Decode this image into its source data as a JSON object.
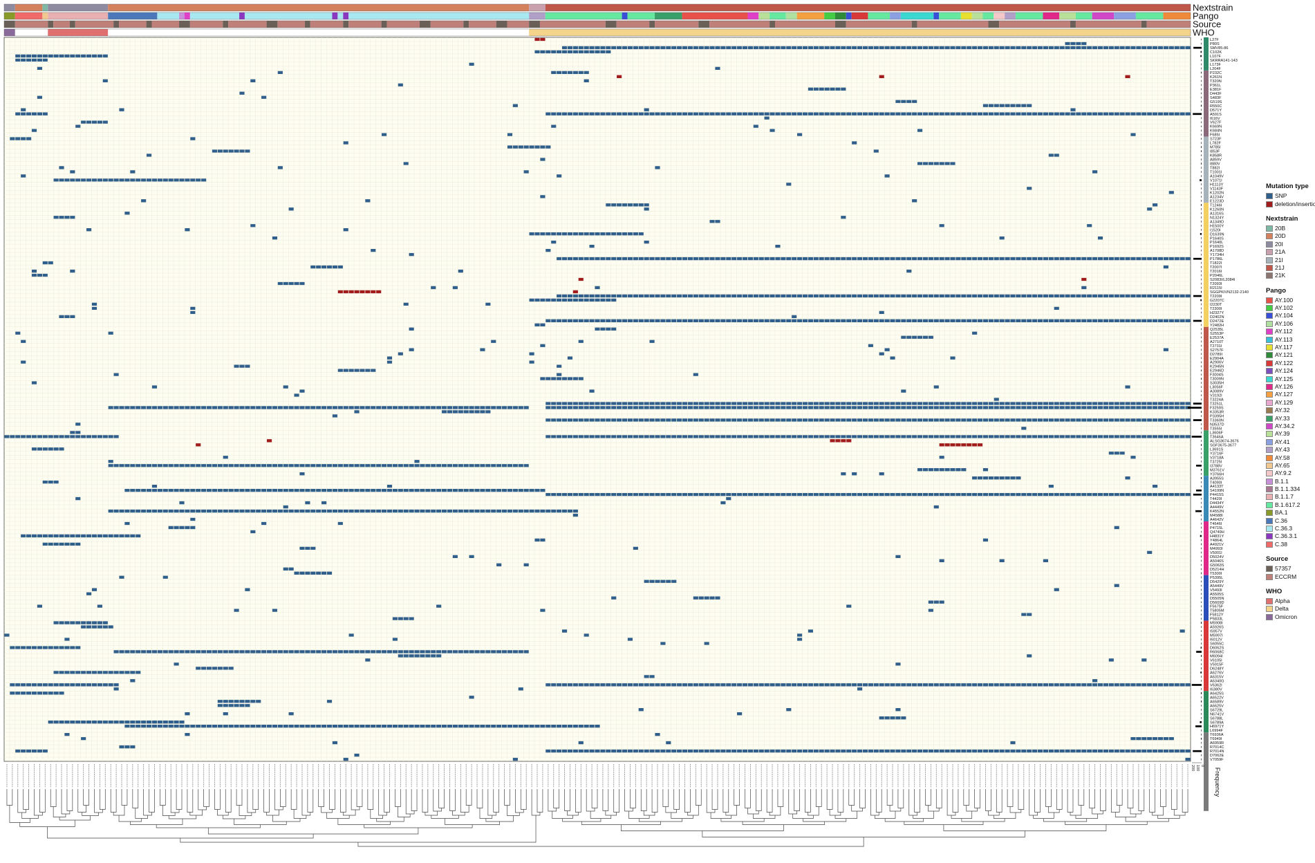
{
  "chart_data": {
    "type": "heatmap",
    "title": "",
    "xlabel": "",
    "ylabel": "",
    "frequency_label": "Frequency",
    "frequency_ticks": [
      "200",
      "100",
      "0"
    ],
    "annotation_tracks": [
      {
        "label": "Nextstrain",
        "key": "nextstrain"
      },
      {
        "label": "Pango",
        "key": "pango"
      },
      {
        "label": "Source",
        "key": "source"
      },
      {
        "label": "WHO",
        "key": "who"
      }
    ],
    "legends": [
      {
        "title": "Mutation type",
        "entries": [
          {
            "label": "SNP",
            "color": "#2f5f8a"
          },
          {
            "label": "deletion/insertion",
            "color": "#a11d1d"
          }
        ]
      },
      {
        "title": "Nextstrain",
        "entries": [
          {
            "label": "20B",
            "color": "#7fb8a4"
          },
          {
            "label": "20D",
            "color": "#d4825e"
          },
          {
            "label": "20I",
            "color": "#8e8aa0"
          },
          {
            "label": "21A",
            "color": "#c9a0ad"
          },
          {
            "label": "21I",
            "color": "#a7b3bb"
          },
          {
            "label": "21J",
            "color": "#c0574b"
          },
          {
            "label": "21K",
            "color": "#8a7570"
          }
        ]
      },
      {
        "title": "Pango",
        "entries": [
          {
            "label": "AY.100",
            "color": "#e8504a"
          },
          {
            "label": "AY.102",
            "color": "#44cc44"
          },
          {
            "label": "AY.104",
            "color": "#3a4fd8"
          },
          {
            "label": "AY.106",
            "color": "#b0e0a0"
          },
          {
            "label": "AY.112",
            "color": "#e040c8"
          },
          {
            "label": "AY.113",
            "color": "#38c0d8"
          },
          {
            "label": "AY.117",
            "color": "#e8e030"
          },
          {
            "label": "AY.121",
            "color": "#2f8a3a"
          },
          {
            "label": "AY.122",
            "color": "#d83838"
          },
          {
            "label": "AY.124",
            "color": "#7b4fbf"
          },
          {
            "label": "AY.125",
            "color": "#3ad8d0"
          },
          {
            "label": "AY.126",
            "color": "#e02888"
          },
          {
            "label": "AY.127",
            "color": "#f4a040"
          },
          {
            "label": "AY.129",
            "color": "#e8a8d0"
          },
          {
            "label": "AY.32",
            "color": "#9a7a50"
          },
          {
            "label": "AY.33",
            "color": "#3aa06a"
          },
          {
            "label": "AY.34.2",
            "color": "#d048c8"
          },
          {
            "label": "AY.39",
            "color": "#b8e098"
          },
          {
            "label": "AY.41",
            "color": "#8aa0e0"
          },
          {
            "label": "AY.43",
            "color": "#b0a0c8"
          },
          {
            "label": "AY.58",
            "color": "#ef8a3a"
          },
          {
            "label": "AY.65",
            "color": "#f0c890"
          },
          {
            "label": "AY.9.2",
            "color": "#f4c8c8"
          },
          {
            "label": "B.1.1",
            "color": "#c890d8"
          },
          {
            "label": "B.1.1.334",
            "color": "#a87890"
          },
          {
            "label": "B.1.1.7",
            "color": "#e8b0b0"
          },
          {
            "label": "B.1.617.2",
            "color": "#66e8a0"
          },
          {
            "label": "BA.1",
            "color": "#8a9a28"
          },
          {
            "label": "C.36",
            "color": "#4a78b8"
          },
          {
            "label": "C.36.3",
            "color": "#a8e8f0"
          },
          {
            "label": "C.36.3.1",
            "color": "#8a38c0"
          },
          {
            "label": "C.38",
            "color": "#f06a6a"
          }
        ]
      },
      {
        "title": "Source",
        "entries": [
          {
            "label": "57357",
            "color": "#6a6058"
          },
          {
            "label": "ECCRM",
            "color": "#c0807a"
          }
        ]
      },
      {
        "title": "WHO",
        "entries": [
          {
            "label": "Alpha",
            "color": "#e07070"
          },
          {
            "label": "Delta",
            "color": "#f4d48a"
          },
          {
            "label": "Omicron",
            "color": "#8a6a9a"
          }
        ]
      }
    ],
    "samples_count": 217,
    "sample_segments": {
      "nextstrain": [
        [
          0,
          2,
          "20I"
        ],
        [
          2,
          7,
          "20D"
        ],
        [
          7,
          8,
          "20B"
        ],
        [
          8,
          19,
          "20I"
        ],
        [
          19,
          96,
          "20D"
        ],
        [
          96,
          99,
          "21A"
        ],
        [
          99,
          217,
          "21J"
        ]
      ],
      "pango": [
        [
          0,
          2,
          "BA.1"
        ],
        [
          2,
          7,
          "C.38"
        ],
        [
          7,
          8,
          "AY.65"
        ],
        [
          8,
          19,
          "B.1.1.7"
        ],
        [
          19,
          28,
          "C.36"
        ],
        [
          28,
          32,
          "C.36.3"
        ],
        [
          32,
          33,
          "B.1.1"
        ],
        [
          33,
          34,
          "AY.112"
        ],
        [
          34,
          43,
          "C.36.3"
        ],
        [
          43,
          44,
          "C.36.3.1"
        ],
        [
          44,
          60,
          "C.36.3"
        ],
        [
          60,
          61,
          "C.36.3.1"
        ],
        [
          61,
          62,
          "C.36.3"
        ],
        [
          62,
          63,
          "C.36.3.1"
        ],
        [
          63,
          96,
          "C.36.3"
        ],
        [
          96,
          99,
          "AY.43"
        ],
        [
          99,
          113,
          "B.1.617.2"
        ],
        [
          113,
          114,
          "AY.104"
        ],
        [
          114,
          119,
          "B.1.617.2"
        ],
        [
          119,
          124,
          "AY.33"
        ],
        [
          124,
          136,
          "AY.100"
        ],
        [
          136,
          138,
          "AY.112"
        ],
        [
          138,
          140,
          "AY.39"
        ],
        [
          140,
          143,
          "B.1.617.2"
        ],
        [
          143,
          145,
          "AY.106"
        ],
        [
          145,
          150,
          "AY.127"
        ],
        [
          150,
          152,
          "AY.102"
        ],
        [
          152,
          154,
          "AY.121"
        ],
        [
          154,
          155,
          "AY.104"
        ],
        [
          155,
          158,
          "AY.122"
        ],
        [
          158,
          162,
          "B.1.617.2"
        ],
        [
          162,
          164,
          "AY.41"
        ],
        [
          164,
          170,
          "AY.125"
        ],
        [
          170,
          171,
          "AY.104"
        ],
        [
          171,
          175,
          "B.1.617.2"
        ],
        [
          175,
          177,
          "AY.117"
        ],
        [
          177,
          179,
          "AY.39"
        ],
        [
          179,
          181,
          "B.1.617.2"
        ],
        [
          181,
          183,
          "AY.9.2"
        ],
        [
          183,
          185,
          "AY.43"
        ],
        [
          185,
          190,
          "B.1.617.2"
        ],
        [
          190,
          193,
          "AY.126"
        ],
        [
          193,
          196,
          "AY.39"
        ],
        [
          196,
          199,
          "B.1.617.2"
        ],
        [
          199,
          203,
          "AY.34.2"
        ],
        [
          203,
          207,
          "AY.41"
        ],
        [
          207,
          212,
          "B.1.617.2"
        ],
        [
          212,
          217,
          "AY.58"
        ]
      ],
      "source": [
        [
          0,
          2,
          "57357"
        ],
        [
          2,
          8,
          "ECCRM"
        ],
        [
          8,
          9,
          "57357"
        ],
        [
          9,
          12,
          "ECCRM"
        ],
        [
          12,
          13,
          "57357"
        ],
        [
          13,
          20,
          "ECCRM"
        ],
        [
          20,
          21,
          "57357"
        ],
        [
          21,
          26,
          "ECCRM"
        ],
        [
          26,
          27,
          "57357"
        ],
        [
          27,
          32,
          "ECCRM"
        ],
        [
          32,
          34,
          "57357"
        ],
        [
          34,
          40,
          "ECCRM"
        ],
        [
          40,
          41,
          "57357"
        ],
        [
          41,
          48,
          "ECCRM"
        ],
        [
          48,
          50,
          "57357"
        ],
        [
          50,
          55,
          "ECCRM"
        ],
        [
          55,
          56,
          "57357"
        ],
        [
          56,
          62,
          "ECCRM"
        ],
        [
          62,
          63,
          "57357"
        ],
        [
          63,
          69,
          "ECCRM"
        ],
        [
          69,
          70,
          "57357"
        ],
        [
          70,
          76,
          "ECCRM"
        ],
        [
          76,
          78,
          "57357"
        ],
        [
          78,
          84,
          "ECCRM"
        ],
        [
          84,
          85,
          "57357"
        ],
        [
          85,
          90,
          "ECCRM"
        ],
        [
          90,
          92,
          "57357"
        ],
        [
          92,
          96,
          "ECCRM"
        ],
        [
          96,
          98,
          "57357"
        ],
        [
          98,
          110,
          "ECCRM"
        ],
        [
          110,
          112,
          "57357"
        ],
        [
          112,
          118,
          "ECCRM"
        ],
        [
          118,
          119,
          "57357"
        ],
        [
          119,
          127,
          "ECCRM"
        ],
        [
          127,
          129,
          "57357"
        ],
        [
          129,
          140,
          "ECCRM"
        ],
        [
          140,
          141,
          "57357"
        ],
        [
          141,
          152,
          "ECCRM"
        ],
        [
          152,
          154,
          "57357"
        ],
        [
          154,
          166,
          "ECCRM"
        ],
        [
          166,
          167,
          "57357"
        ],
        [
          167,
          180,
          "ECCRM"
        ],
        [
          180,
          182,
          "57357"
        ],
        [
          182,
          195,
          "ECCRM"
        ],
        [
          195,
          196,
          "57357"
        ],
        [
          196,
          208,
          "ECCRM"
        ],
        [
          208,
          209,
          "57357"
        ],
        [
          209,
          217,
          "ECCRM"
        ]
      ],
      "who": [
        [
          0,
          2,
          "Omicron"
        ],
        [
          2,
          8,
          null
        ],
        [
          8,
          19,
          "Alpha"
        ],
        [
          19,
          96,
          null
        ],
        [
          96,
          217,
          "Delta"
        ]
      ]
    },
    "mutations": [
      "L27F",
      "P80S",
      "SMV85-86",
      "C102K",
      "L107F",
      "SKRRA141-143",
      "L173F",
      "L204F",
      "P232C",
      "K261N",
      "T320N",
      "P361L",
      "E381F",
      "D443F",
      "S483F",
      "G519S",
      "R550C",
      "D571Y",
      "A591S",
      "I616V",
      "V627F",
      "K669N",
      "K684N",
      "F685I",
      "S723F",
      "L782F",
      "M785I",
      "I853F",
      "K858R",
      "A859V",
      "I880V",
      "T882I",
      "T1001I",
      "A1049V",
      "V1071I",
      "H1113Y",
      "V1143F",
      "K1202N",
      "A1234V",
      "E1223D",
      "T1246I",
      "K1260N",
      "A1316S",
      "N1324Y",
      "A1349D",
      "H1500Y",
      "I1520I",
      "D1639N",
      "P1640S",
      "P1640L",
      "P1692S",
      "A1708D",
      "Y1734H",
      "P1786L",
      "T1822I",
      "T2007I",
      "T2016I",
      "P2046L",
      "S2083I/L2084I",
      "T2093I",
      "R2115I",
      "SGGPKIVN2132-2140",
      "T2209I",
      "G2207C",
      "I2230T",
      "T2300I",
      "H2327Y",
      "D2402N",
      "D2472E",
      "Y2482H",
      "Q2535L",
      "S2553P",
      "E2537A",
      "A2710T",
      "T2731I",
      "S2757F",
      "D2789I",
      "E2904A",
      "A2906V",
      "K2945N",
      "E2946D",
      "F3004S",
      "T3009N",
      "S3035H",
      "L3056F",
      "A3089V",
      "V3192I",
      "T3224A",
      "T3251L",
      "F3259S",
      "K3353R",
      "P3395H",
      "T3360N",
      "N3537D",
      "T3555I",
      "L3606F",
      "T3646A",
      "ALSG3674-3676",
      "SGF3675-3677",
      "L3691S",
      "Y3716F",
      "V3718A",
      "T3725I",
      "I3788V",
      "M3761V",
      "Y3766H",
      "A3955S",
      "T4090I",
      "A4133T",
      "S4199N",
      "P4415S",
      "T4420I",
      "D4434Y",
      "A4449V",
      "K4552N",
      "M4588I",
      "A4642V",
      "T4646I",
      "P4715L",
      "Q4749H",
      "H4831Y",
      "Y4864L",
      "A4921V",
      "M4993I",
      "V5001I",
      "D5024V",
      "A5046S",
      "G5063S",
      "D5214H",
      "T5300I",
      "P5395L",
      "D5429Y",
      "A5449V",
      "V5493I",
      "A5505S",
      "D5505N",
      "D5609D",
      "F5675F",
      "T5805M",
      "F5812Y",
      "P5833L",
      "M5908I",
      "A5926S",
      "I5957V",
      "M5997I",
      "I6012V",
      "S6055C",
      "D6062S",
      "R6068C",
      "M6094I",
      "V6105I",
      "V5915F",
      "D6248Y",
      "A6276V",
      "A6315V",
      "A6340G",
      "V6362I",
      "I6380V",
      "A6425S",
      "A6522V",
      "A6589V",
      "A6625V",
      "S6729L",
      "N6741V",
      "S6788L",
      "S6789A",
      "H6971Y",
      "L6994F",
      "T6936A",
      "T6949I",
      "A6959R",
      "R7014C",
      "R7014N",
      "D7062E",
      "V7059F"
    ],
    "mutation_types": {
      "deletion_insertion": [
        "L27F",
        "K261N",
        "S2083I/L2084I",
        "SGGPKIVN2132-2140",
        "ALSG3674-3676",
        "SGF3675-3677"
      ]
    },
    "color_map": {
      "background": "#fefdf2",
      "gridline": "#ecebd8",
      "snp": "#2f5f8a",
      "indel": "#a11d1d",
      "frequency_bar": "#000000"
    }
  }
}
